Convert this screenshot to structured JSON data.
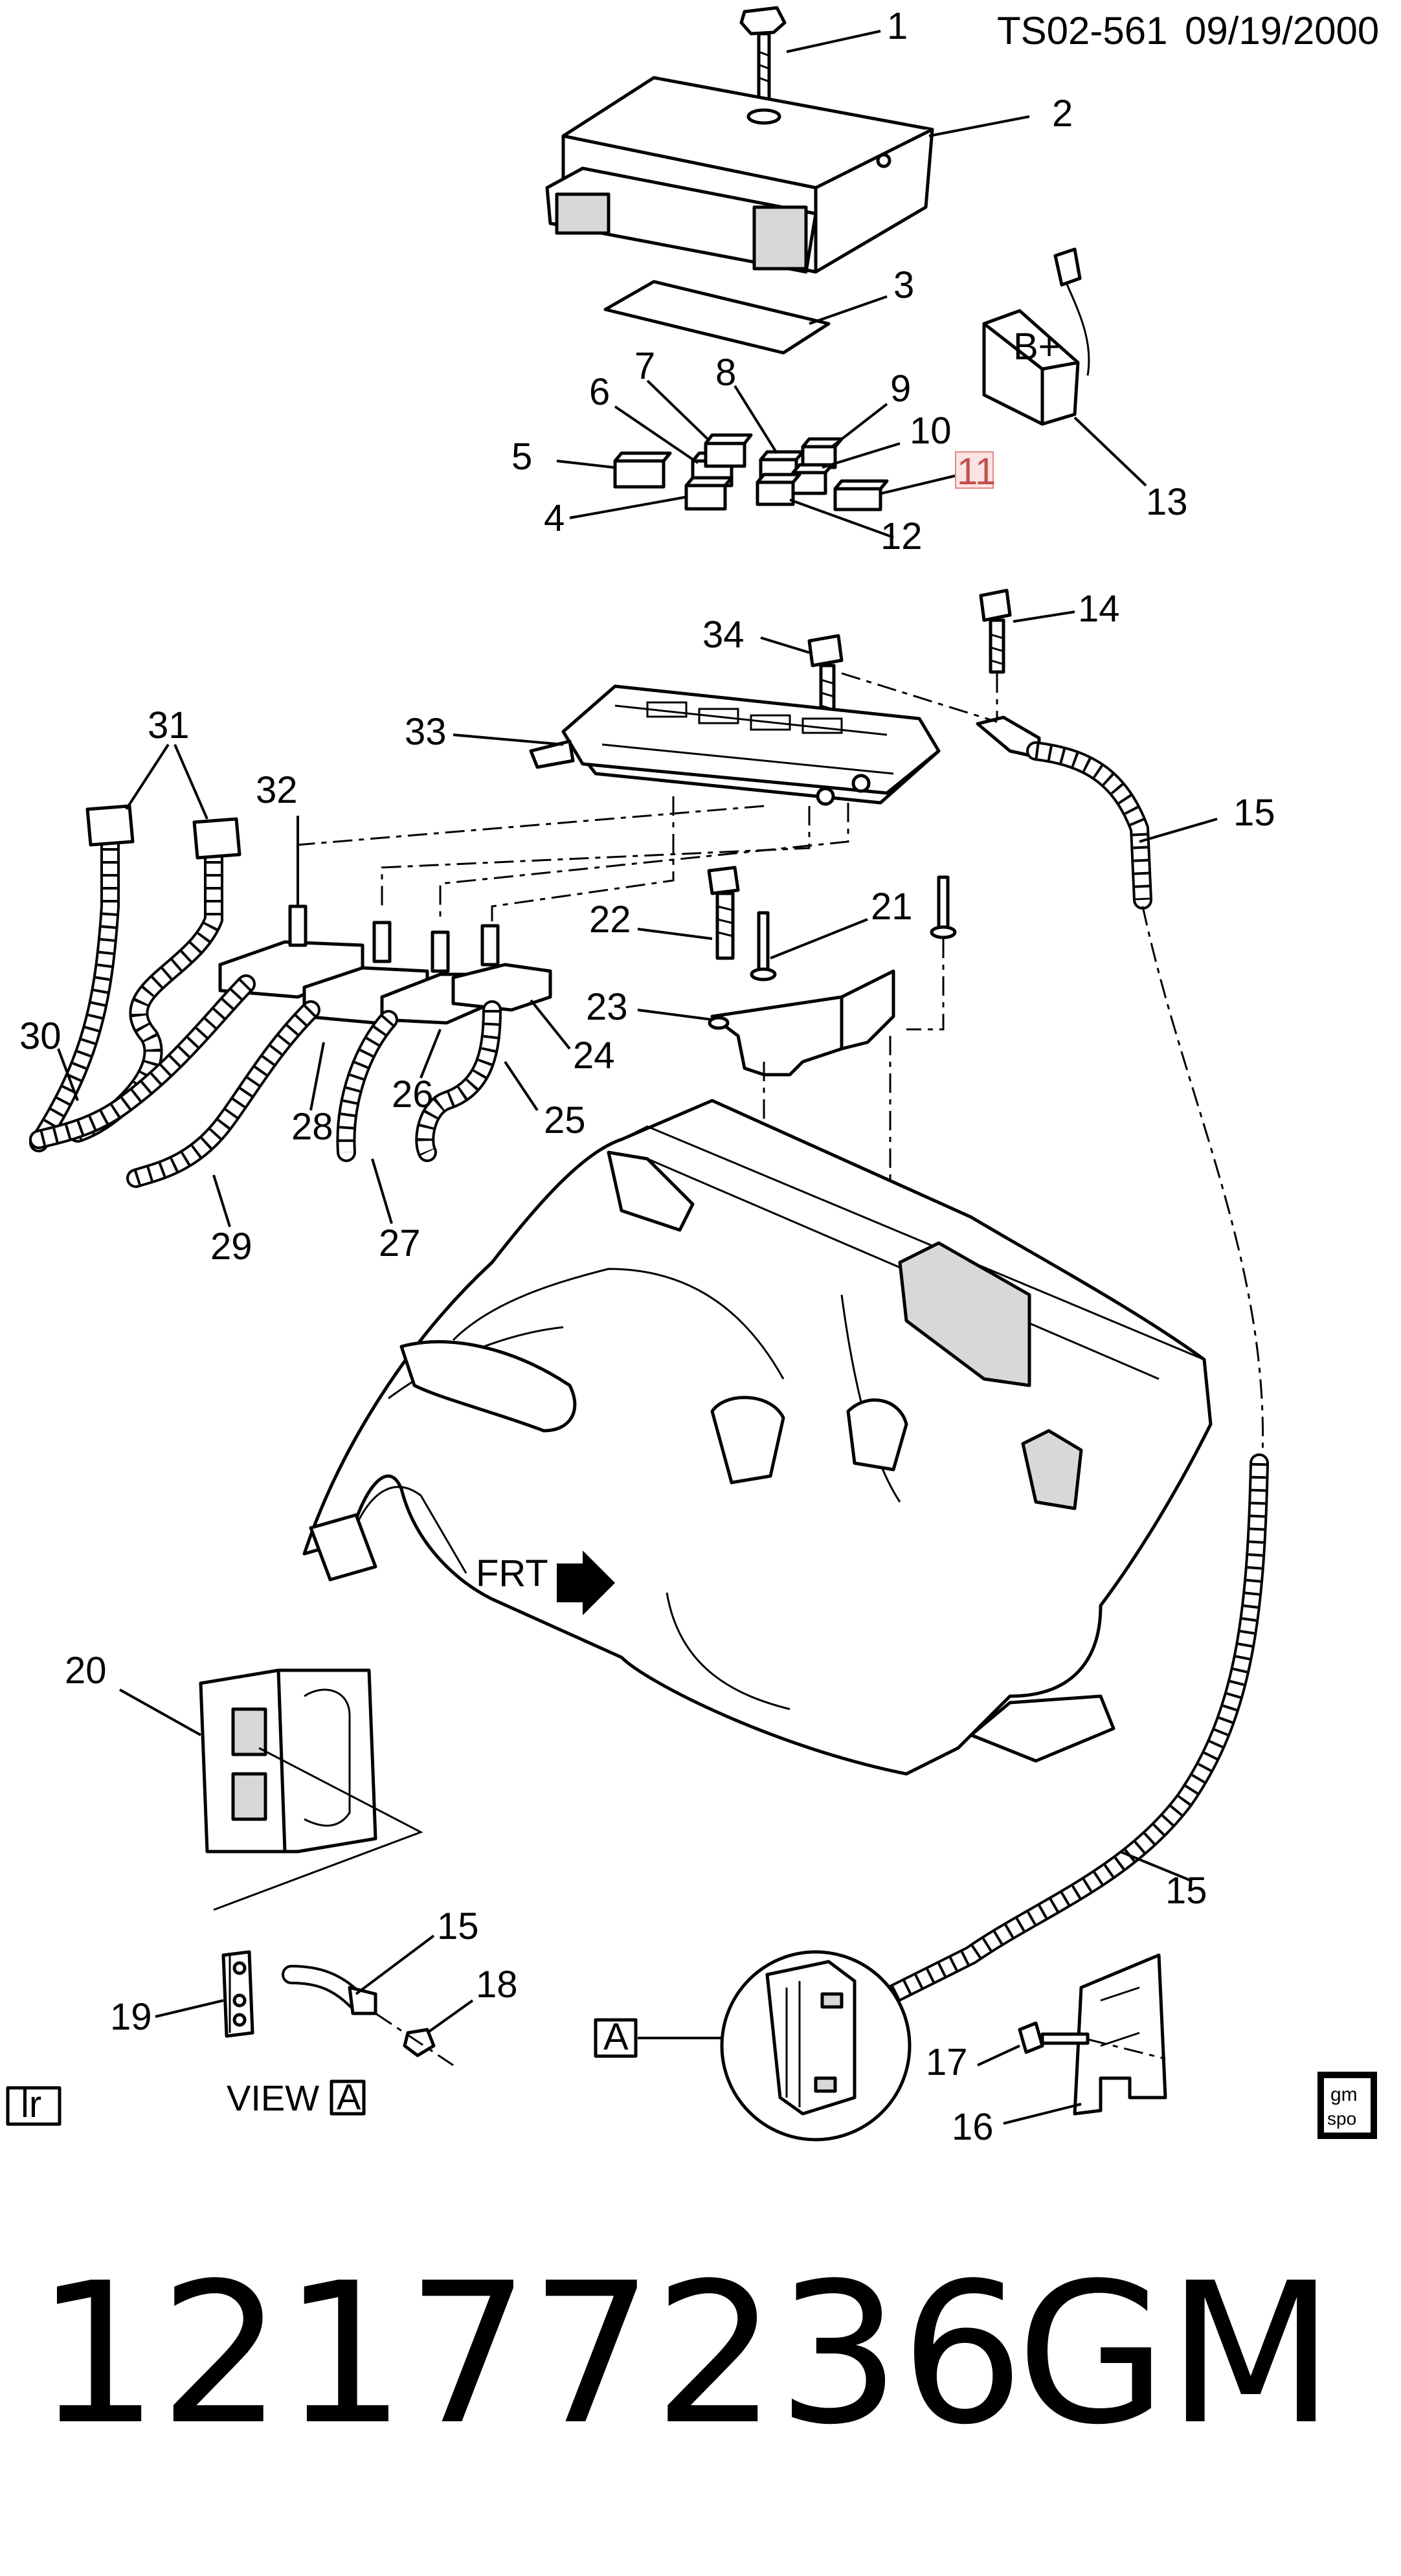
{
  "header": {
    "code": "TS02-561",
    "date": "09/19/2000"
  },
  "callouts": [
    {
      "id": "1",
      "text": "1"
    },
    {
      "id": "2",
      "text": "2"
    },
    {
      "id": "3",
      "text": "3"
    },
    {
      "id": "4",
      "text": "4"
    },
    {
      "id": "5",
      "text": "5"
    },
    {
      "id": "6",
      "text": "6"
    },
    {
      "id": "7",
      "text": "7"
    },
    {
      "id": "8",
      "text": "8"
    },
    {
      "id": "9",
      "text": "9"
    },
    {
      "id": "10",
      "text": "10"
    },
    {
      "id": "11",
      "text": "11"
    },
    {
      "id": "12",
      "text": "12"
    },
    {
      "id": "13",
      "text": "13"
    },
    {
      "id": "14",
      "text": "14"
    },
    {
      "id": "15a",
      "text": "15"
    },
    {
      "id": "15b",
      "text": "15"
    },
    {
      "id": "15c",
      "text": "15"
    },
    {
      "id": "16",
      "text": "16"
    },
    {
      "id": "17",
      "text": "17"
    },
    {
      "id": "18",
      "text": "18"
    },
    {
      "id": "19",
      "text": "19"
    },
    {
      "id": "20",
      "text": "20"
    },
    {
      "id": "21",
      "text": "21"
    },
    {
      "id": "22",
      "text": "22"
    },
    {
      "id": "23",
      "text": "23"
    },
    {
      "id": "24",
      "text": "24"
    },
    {
      "id": "25",
      "text": "25"
    },
    {
      "id": "26",
      "text": "26"
    },
    {
      "id": "27",
      "text": "27"
    },
    {
      "id": "28",
      "text": "28"
    },
    {
      "id": "29",
      "text": "29"
    },
    {
      "id": "30",
      "text": "30"
    },
    {
      "id": "31",
      "text": "31"
    },
    {
      "id": "32",
      "text": "32"
    },
    {
      "id": "33",
      "text": "33"
    },
    {
      "id": "34",
      "text": "34"
    }
  ],
  "labels": {
    "b_plus": "B+",
    "front": "FRT",
    "view": "VIEW",
    "view_ref": "A",
    "detail_ref": "A",
    "corner_left": "lr",
    "logo_top": "gm",
    "logo_bottom": "spo"
  },
  "highlighted_callout": "11",
  "part_number": "12177236",
  "brand": "GM"
}
